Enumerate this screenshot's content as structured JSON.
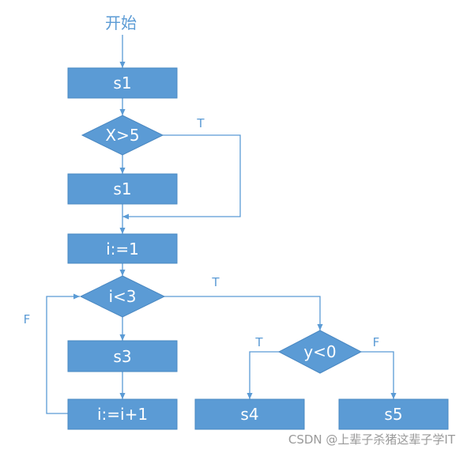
{
  "start": "开始",
  "nodes": {
    "s1_first": "s1",
    "cond_x": "X>5",
    "s1_second": "s1",
    "init_i": "i:=1",
    "cond_i": "i<3",
    "s3": "s3",
    "inc_i": "i:=i+1",
    "cond_y": "y<0",
    "s4": "s4",
    "s5": "s5"
  },
  "edge_labels": {
    "x_true": "T",
    "i_true": "T",
    "i_false": "F",
    "y_true": "T",
    "y_false": "F"
  },
  "watermark": "CSDN @上辈子杀猪这辈子学IT",
  "colors": {
    "box_fill": "#5b9bd5",
    "line": "#5b9bd5",
    "label_text": "#ffffff",
    "watermark": "#9a9a9a"
  }
}
